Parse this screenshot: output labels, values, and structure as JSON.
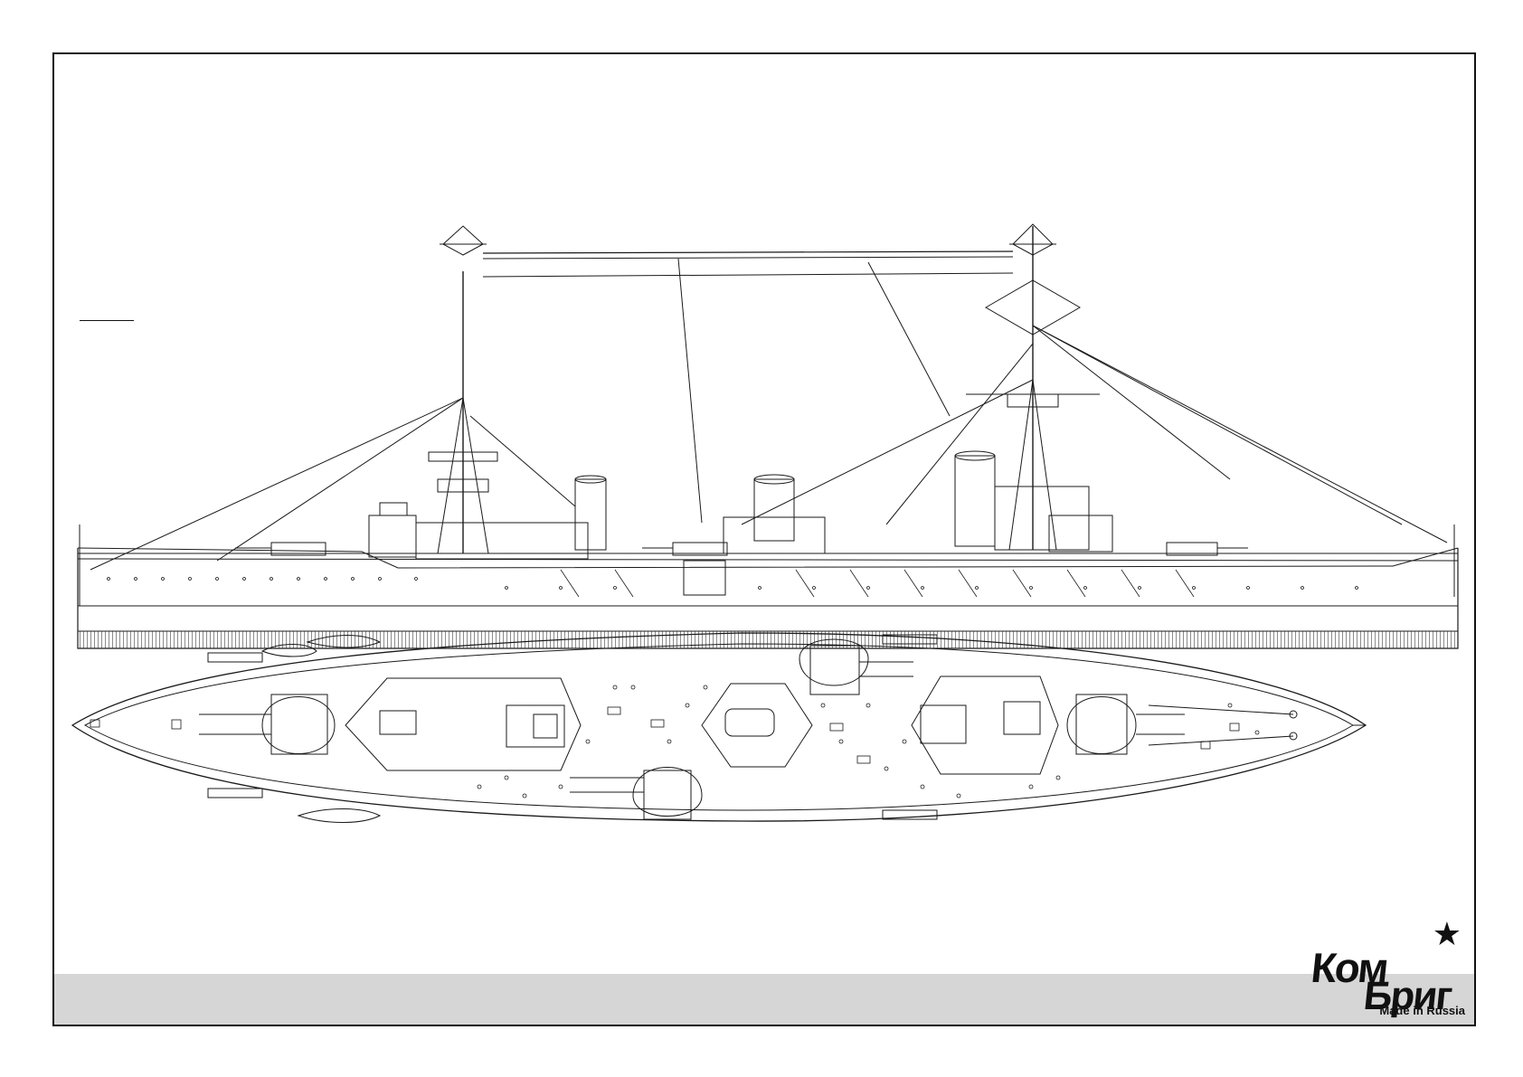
{
  "brand": {
    "line1": "Ком",
    "line2": "Бриг",
    "tagline": "Made in Russia",
    "star_icon": "star-icon"
  },
  "colors": {
    "line": "#1a1a1a",
    "footer": "#d6d6d6",
    "background": "#ffffff"
  }
}
